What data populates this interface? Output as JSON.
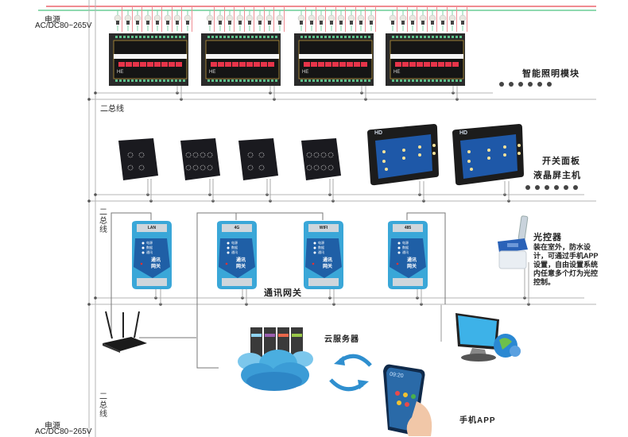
{
  "power": {
    "label": "电源",
    "voltage": "AC/DC80~265V"
  },
  "bus": {
    "label_horizontal": "二总线",
    "label_vertical": "二总线"
  },
  "sections": {
    "lighting_module": "智能照明模块",
    "switch_panel": "开关面板",
    "lcd_host": "液晶屏主机",
    "gateway": "通讯网关",
    "light_controller": {
      "title": "光控器",
      "description": "装在室外，防水设计，可通过手机APP设置，自由设置系统内任意多个灯为光控控制。"
    },
    "cloud_server": "云服务器",
    "mobile_app": "手机APP"
  },
  "devices": {
    "lighting_modules": [
      {
        "id": "module-1",
        "brand": "HE"
      },
      {
        "id": "module-2",
        "brand": "HE"
      },
      {
        "id": "module-3",
        "brand": "HE"
      },
      {
        "id": "module-4",
        "brand": "HE"
      }
    ],
    "switch_panels": [
      {
        "id": "panel-1",
        "buttons": 4
      },
      {
        "id": "panel-2",
        "buttons": 8
      },
      {
        "id": "panel-3",
        "buttons": 4
      },
      {
        "id": "panel-4",
        "buttons": 8
      }
    ],
    "lcd_hosts": [
      {
        "id": "lcd-1",
        "logo": "HD"
      },
      {
        "id": "lcd-2",
        "logo": "HD"
      }
    ],
    "gateways": [
      {
        "id": "gw-1",
        "port": "LAN",
        "label": "通讯网关",
        "leds": [
          "电源",
          "数据",
          "通讯"
        ]
      },
      {
        "id": "gw-2",
        "port": "4G",
        "label": "通讯网关",
        "leds": [
          "电源",
          "数据",
          "通讯"
        ]
      },
      {
        "id": "gw-3",
        "port": "WIFI",
        "label": "通讯网关",
        "leds": [
          "电源",
          "数据",
          "通讯"
        ]
      },
      {
        "id": "gw-4",
        "port": "485",
        "label": "通讯网关",
        "leds": [
          "电源",
          "数据",
          "通讯"
        ]
      }
    ],
    "phone_clock": "09:20",
    "bulbs_per_module": 8
  },
  "colors": {
    "live_wire": "#e8464f",
    "neutral_wire": "#7fd3a6",
    "bus_wire": "#a8a8a8",
    "gateway_blue": "#3aa7d8",
    "cloud_blue": "#4aaee0",
    "arrow_blue": "#2f8fcf"
  }
}
